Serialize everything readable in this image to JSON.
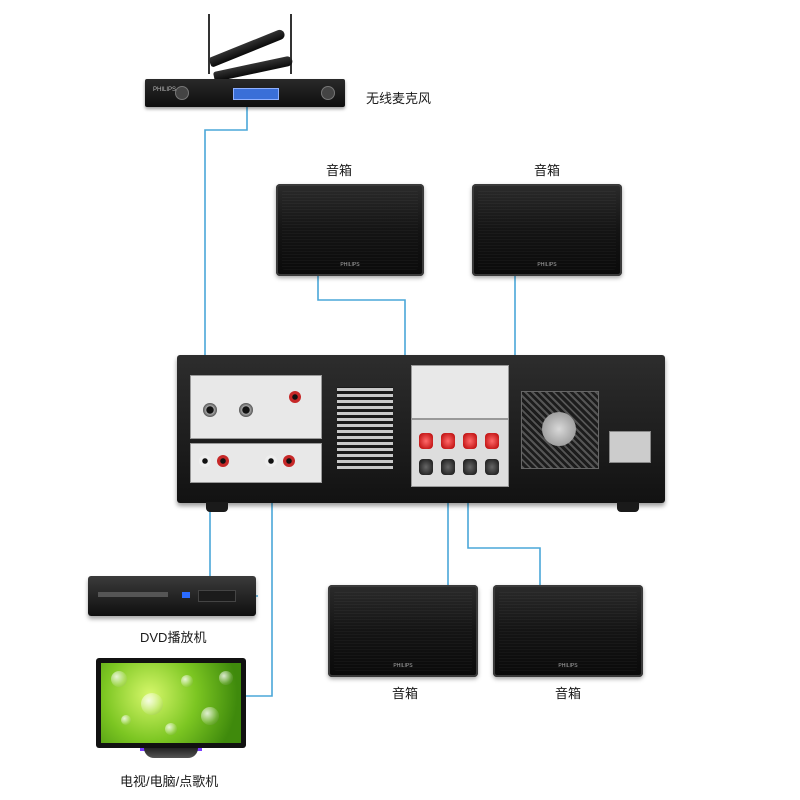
{
  "labels": {
    "wireless_mic": "无线麦克风",
    "speaker_top_left": "音箱",
    "speaker_top_right": "音箱",
    "speaker_bottom_left": "音箱",
    "speaker_bottom_right": "音箱",
    "dvd_player": "DVD播放机",
    "tv_pc_karaoke": "电视/电脑/点歌机"
  },
  "colors": {
    "wire": "#4aa7d8"
  },
  "icons": {
    "wireless_mic": "microphone-receiver-icon",
    "speaker": "speaker-icon",
    "amplifier": "amplifier-icon",
    "dvd": "dvd-player-icon",
    "tv": "tv-icon"
  }
}
